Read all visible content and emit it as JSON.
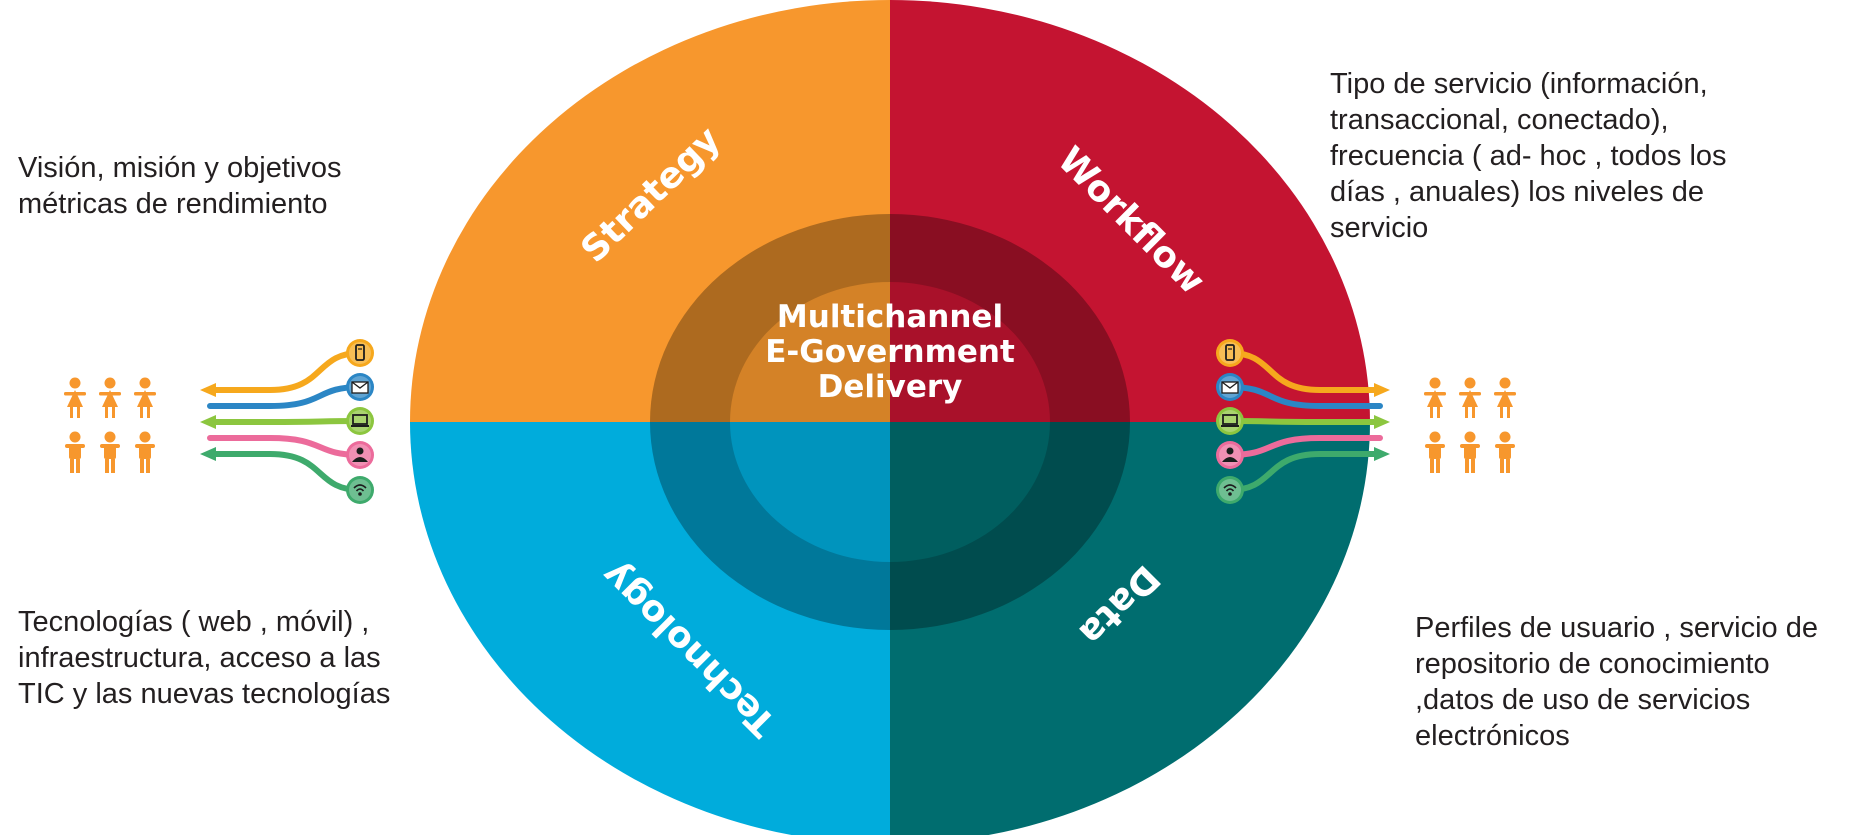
{
  "diagram": {
    "center_lines": [
      "Multichannel",
      "E-Government",
      "Delivery"
    ],
    "quadrants": [
      {
        "key": "strategy",
        "label": "Strategy",
        "color": "#f7972d"
      },
      {
        "key": "workflow",
        "label": "Workflow",
        "color": "#c41431"
      },
      {
        "key": "technology",
        "label": "Technology",
        "color": "#00acdc"
      },
      {
        "key": "data",
        "label": "Data",
        "color": "#006d6f"
      }
    ]
  },
  "notes": {
    "top_left": "Visión, misión y objetivos\nmétricas de rendimiento",
    "top_right": "Tipo de servicio (información,\ntransaccional, conectado),\nfrecuencia ( ad- hoc , todos los\ndías , anuales) los niveles de\nservicio",
    "bottom_left": "Tecnologías ( web , móvil) ,\ninfraestructura, acceso a las\nTIC y las nuevas tecnologías",
    "bottom_right": "Perfiles de usuario , servicio de\nrepositorio de conocimiento\n,datos de uso de servicios\nelectrónicos"
  },
  "channels": {
    "icons": [
      "mobile-phone-icon",
      "mail-icon",
      "laptop-icon",
      "person-contact-icon",
      "wifi-icon"
    ],
    "colors": [
      "#f6a81d",
      "#2b86c5",
      "#8cc63f",
      "#ec6b9b",
      "#3eaa6c"
    ],
    "people_color": "#f7972d"
  }
}
